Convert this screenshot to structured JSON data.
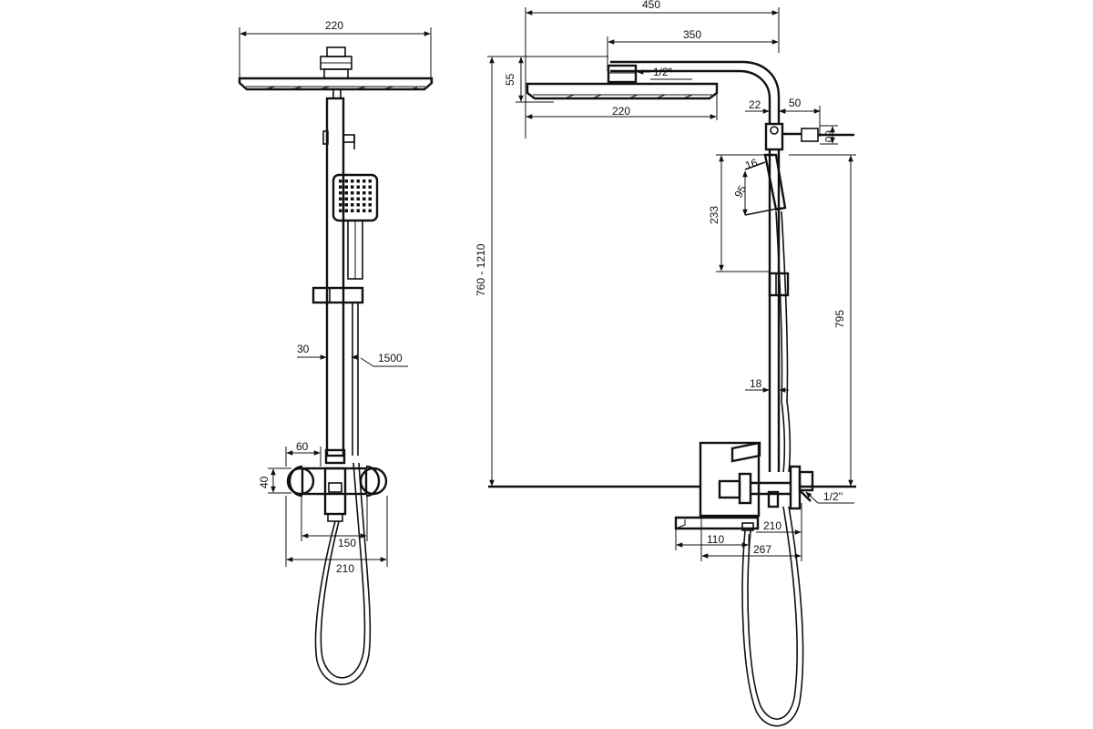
{
  "dimensions": {
    "front": {
      "head_width": "220",
      "rail_diameter": "30",
      "hose_length": "1500",
      "mixer_width": "60",
      "mixer_height": "40",
      "inner_span": "150",
      "outer_span": "210"
    },
    "side": {
      "total_reach": "450",
      "arm_length": "350",
      "head_depth": "55",
      "head_connector": "1/2\"",
      "head_width": "220",
      "rail_offset": "22",
      "bracket_depth": "50",
      "bracket_height": "60",
      "holder_angle": "16",
      "holder_length": "95",
      "holder_span": "233",
      "height_range": "760 - 1210",
      "rail_height": "795",
      "pipe_diameter": "18",
      "mixer_connector": "1/2''",
      "spout_depth": "210",
      "spout_offset": "110",
      "mixer_depth": "267"
    }
  }
}
